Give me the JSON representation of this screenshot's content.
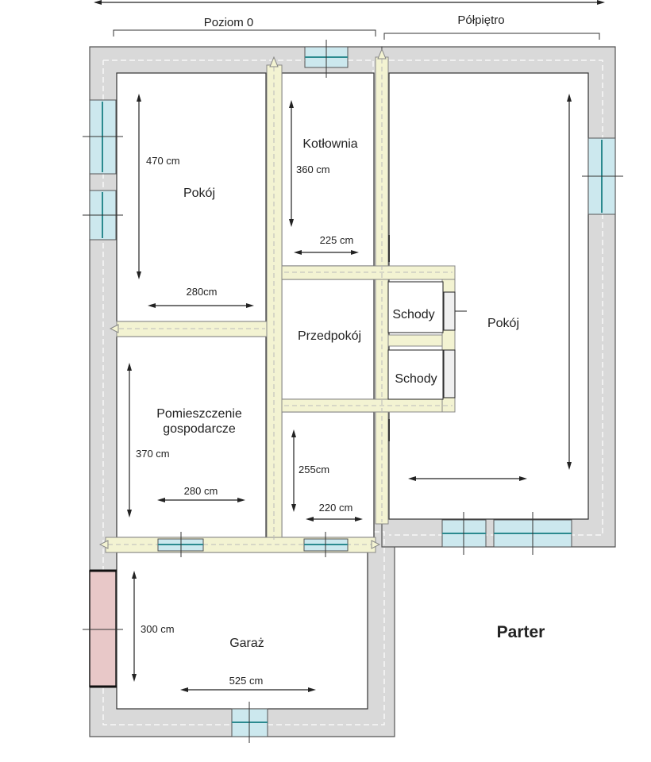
{
  "sections": {
    "level0": "Poziom 0",
    "halfFloor": "Półpiętro"
  },
  "title": "Parter",
  "rooms": {
    "pokoj_left": "Pokój",
    "kotlownia": "Kotłownia",
    "przedpokoj": "Przedpokój",
    "pomieszczenie_line1": "Pomieszczenie",
    "pomieszczenie_line2": "gospodarcze",
    "schody_upper": "Schody",
    "schody_lower": "Schody",
    "pokoj_right": "Pokój",
    "garaz": "Garaż"
  },
  "dimensions": {
    "pokoj_left_height": "470 cm",
    "pokoj_left_width": "280cm",
    "kotlownia_height": "360 cm",
    "kotlownia_width": "225 cm",
    "pomieszczenie_height": "370 cm",
    "pomieszczenie_width": "280 cm",
    "small_room_height": "255cm",
    "small_room_width": "220 cm",
    "garaz_height": "300 cm",
    "garaz_width": "525 cm"
  },
  "colors": {
    "wall": "#d9d9d9",
    "wallStroke": "#555555",
    "partition": "#f3f3d2",
    "window": "#cce8ee",
    "windowGlass": "#2b8a8f",
    "door": "#e8c8c8",
    "stair": "#ffffff"
  }
}
